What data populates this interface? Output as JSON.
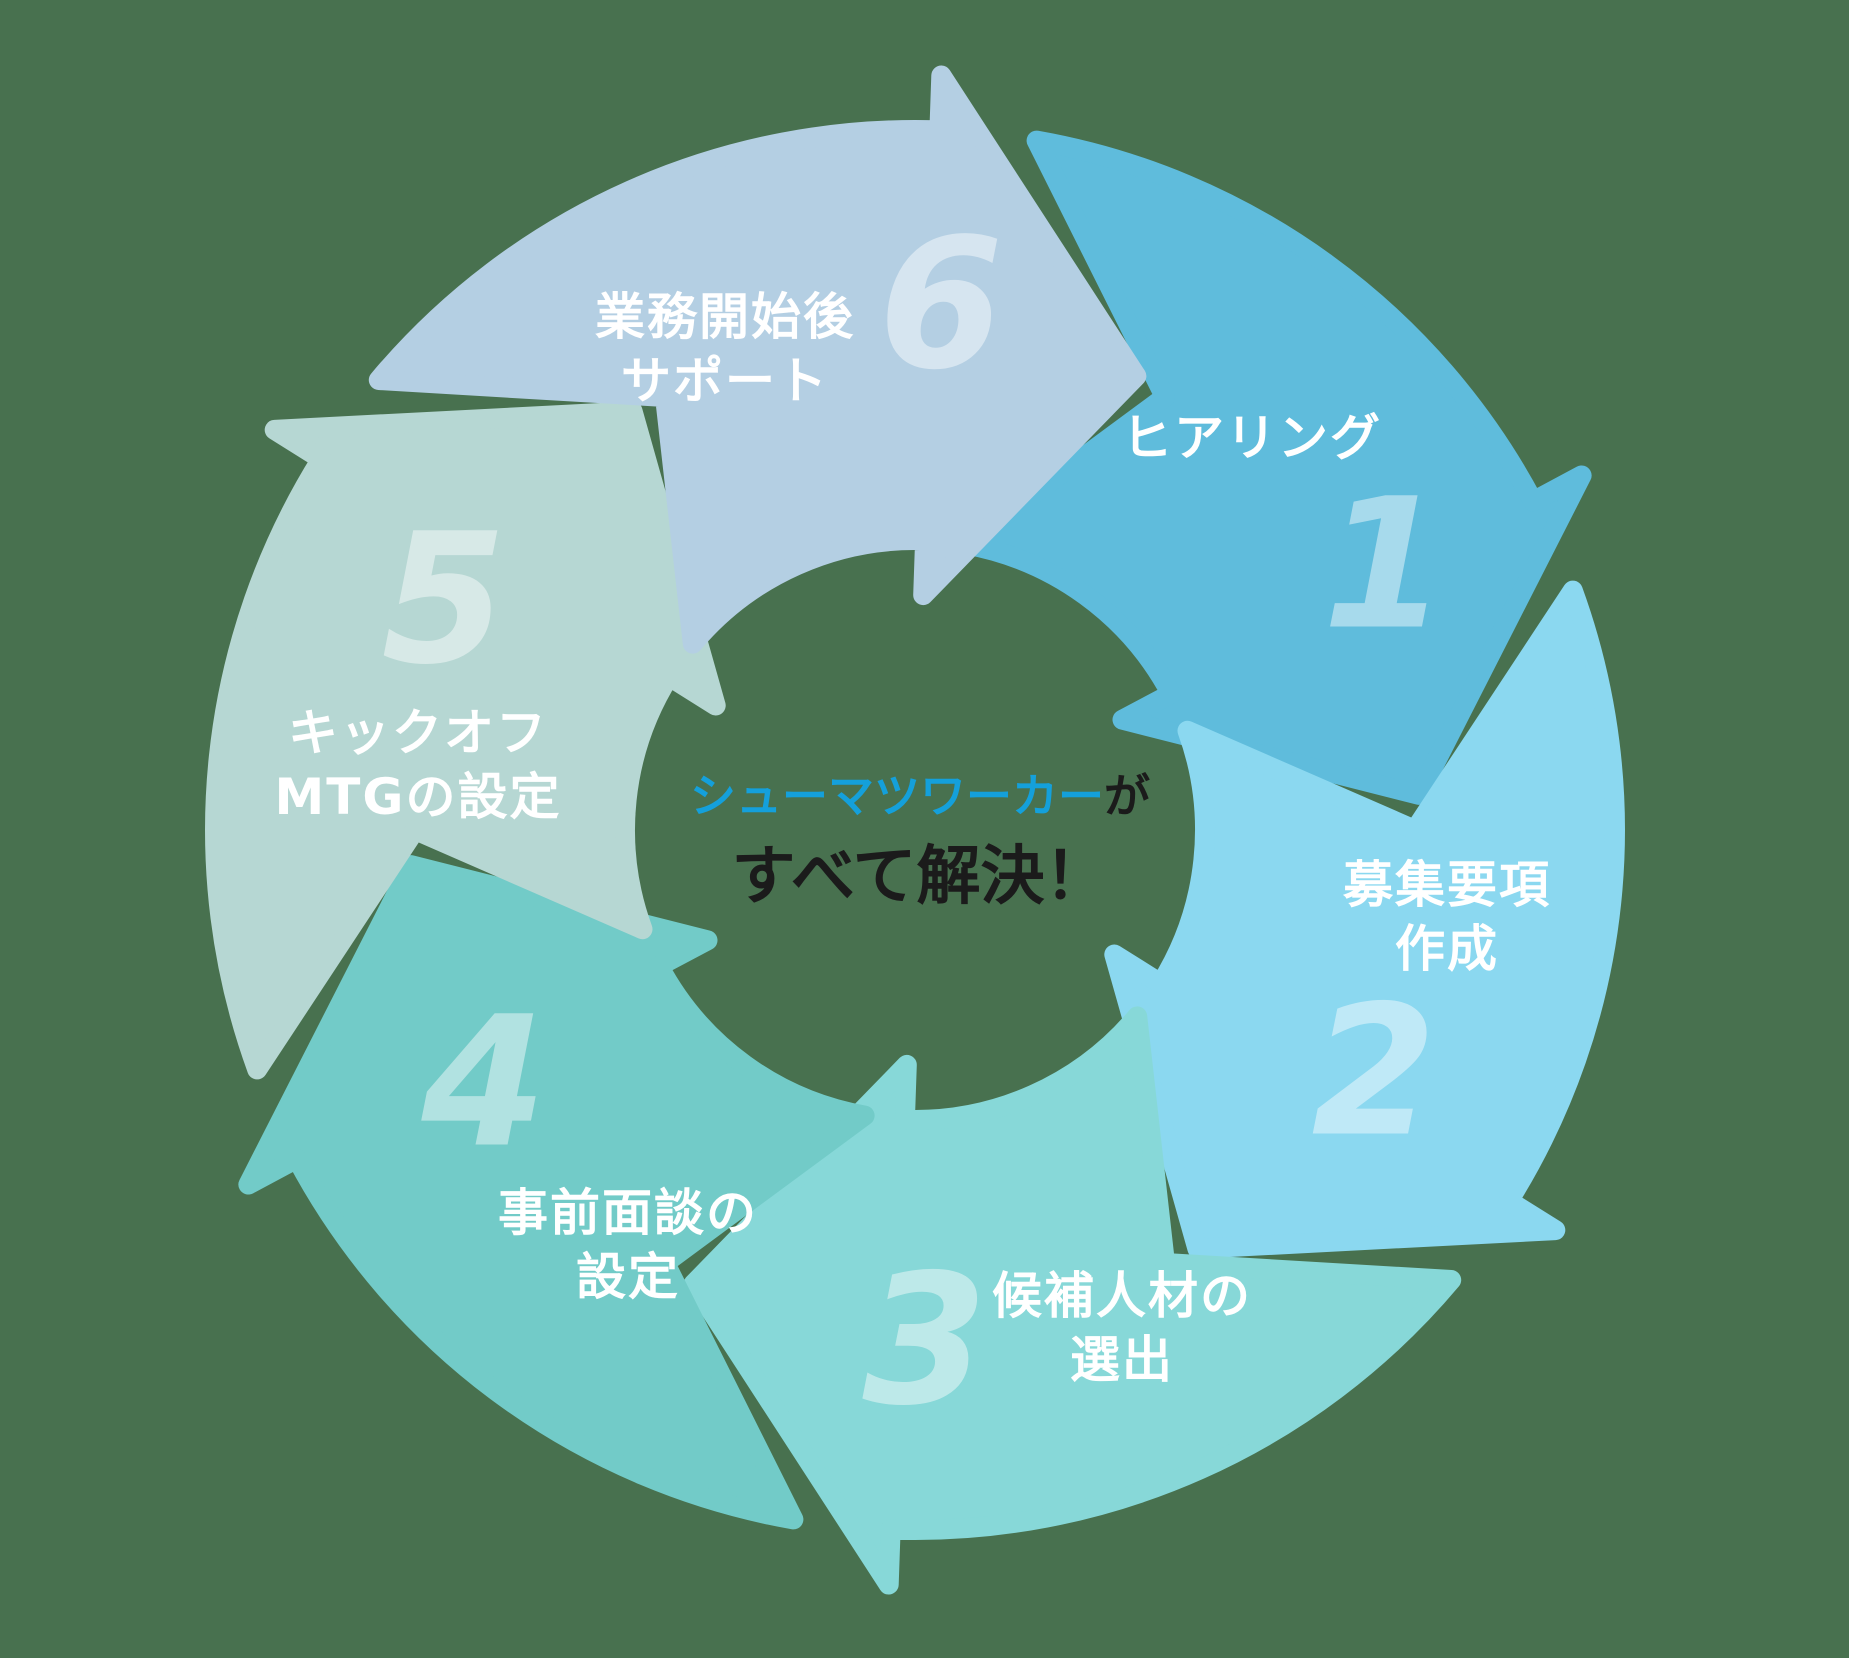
{
  "background_color": "#48714F",
  "center_message": {
    "brand": "シューマツワーカー",
    "particle": "が",
    "line2": "すべて解決！",
    "brand_color": "#14A0DB",
    "text_color": "#1B1B1B"
  },
  "steps": [
    {
      "number": "1",
      "label_lines": [
        "ヒアリング"
      ],
      "color": "#5FBCDC"
    },
    {
      "number": "2",
      "label_lines": [
        "募集要項",
        "作成"
      ],
      "color": "#8BD8F0"
    },
    {
      "number": "3",
      "label_lines": [
        "候補人材の",
        "選出"
      ],
      "color": "#87D8D8"
    },
    {
      "number": "4",
      "label_lines": [
        "事前面談の",
        "設定"
      ],
      "color": "#72CBC8"
    },
    {
      "number": "5",
      "label_lines": [
        "キックオフ",
        "MTGの設定"
      ],
      "color": "#B6D7D3"
    },
    {
      "number": "6",
      "label_lines": [
        "業務開始後",
        "サポート"
      ],
      "color": "#B4CFE3"
    }
  ]
}
